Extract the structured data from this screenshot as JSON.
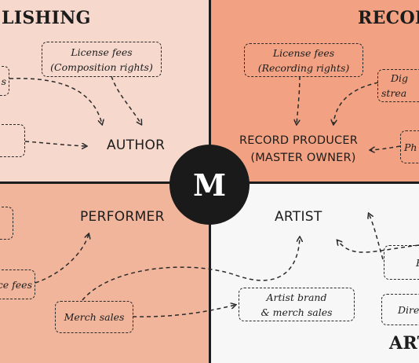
{
  "quadrants": {
    "publishing": {
      "title": "LISHING",
      "color": "#f6d8cc"
    },
    "recording": {
      "title": "RECOR",
      "color": "#f2a282"
    },
    "performing": {
      "color": "#f1b59c"
    },
    "artist": {
      "title": "ART",
      "color": "#f7f7f7"
    }
  },
  "logo": {
    "letter": "M",
    "color": "#1a1a1a"
  },
  "roles": {
    "author": "AUTHOR",
    "record_producer_line1": "RECORD PRODUCER",
    "record_producer_line2": "(MASTER OWNER)",
    "performer": "PERFORMER",
    "artist": "ARTIST"
  },
  "revenue_boxes": {
    "license_composition": {
      "line1": "License fees",
      "line2": "(Composition rights)"
    },
    "license_recording": {
      "line1": "License fees",
      "line2": "(Recording rights)"
    },
    "pub_left_top": {
      "line1": "s"
    },
    "pub_left_bottom": {
      "line1": ""
    },
    "digital_streams": {
      "line1": "Dig",
      "line2": "strea"
    },
    "rec_right_small": {
      "line1": "Ph"
    },
    "perf_left_top": {
      "line1": ""
    },
    "performance_fees": {
      "line1": "ce fees"
    },
    "merch_sales": {
      "line1": "Merch sales"
    },
    "artist_brand": {
      "line1": "Artist brand",
      "line2": "& merch sales"
    },
    "art_right_top": {
      "line1": "E"
    },
    "art_right_mid": {
      "line1": "Dire"
    }
  }
}
